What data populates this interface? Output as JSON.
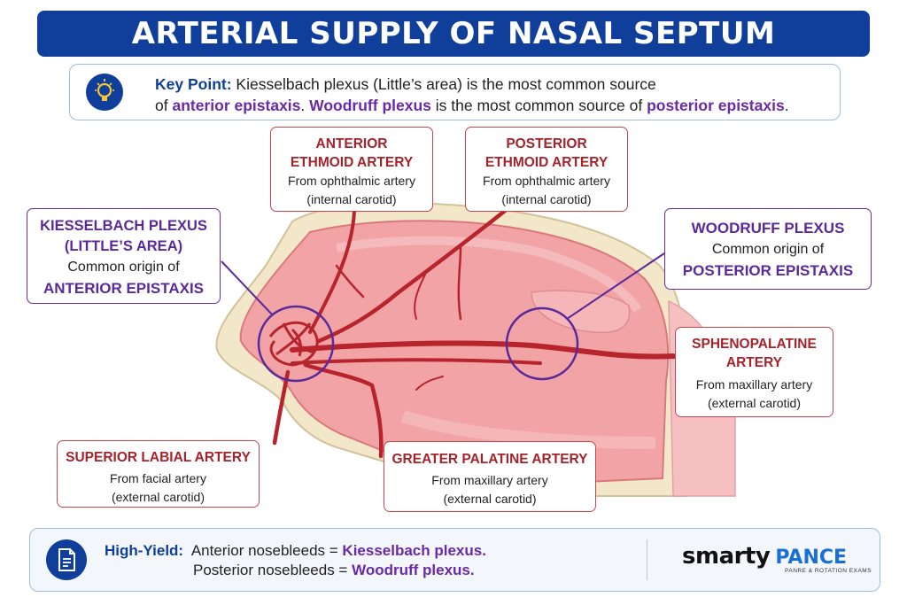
{
  "title": "ARTERIAL SUPPLY OF NASAL SEPTUM",
  "key_point": {
    "label": "Key Point:",
    "t1": "Kiesselbach plexus (Little’s area) is the most common source",
    "t2": "of",
    "t3": "anterior epistaxis",
    "t4": ".",
    "t5": "Woodruff plexus",
    "t6": "is the most common source of",
    "t7": "posterior epistaxis",
    "t8": ".",
    "icon": "lightbulb-icon"
  },
  "labels": {
    "anterior_ethmoid": {
      "h1": "ANTERIOR",
      "h2": "ETHMOID ARTERY",
      "s1": "From ophthalmic artery",
      "s2": "(internal carotid)"
    },
    "posterior_ethmoid": {
      "h1": "POSTERIOR",
      "h2": "ETHMOID ARTERY",
      "s1": "From ophthalmic artery",
      "s2": "(internal carotid)"
    },
    "kiesselbach": {
      "h1": "KIESSELBACH PLEXUS",
      "h2": "(LITTLE’S AREA)",
      "s1": "Common origin of",
      "s2": "ANTERIOR EPISTAXIS"
    },
    "woodruff": {
      "h1": "WOODRUFF PLEXUS",
      "s1": "Common origin of",
      "s2": "POSTERIOR EPISTAXIS"
    },
    "sphenopalatine": {
      "h1": "SPHENOPALATINE",
      "h2": "ARTERY",
      "s1": "From maxillary artery",
      "s2": "(external carotid)"
    },
    "superior_labial": {
      "h1": "SUPERIOR LABIAL ARTERY",
      "s1": "From facial artery",
      "s2": "(external carotid)"
    },
    "greater_palatine": {
      "h1": "GREATER PALATINE ARTERY",
      "s1": "From maxillary artery",
      "s2": "(external carotid)"
    }
  },
  "high_yield": {
    "label": "High-Yield:",
    "l1a": "Anterior nosebleeds =",
    "l1b": "Kiesselbach plexus.",
    "l2a": "Posterior nosebleeds =",
    "l2b": "Woodruff plexus.",
    "icon": "document-icon"
  },
  "brand": {
    "name1": "smarty",
    "name2": "PANCE",
    "tagline": "PANRE & ROTATION EXAMS"
  },
  "colors": {
    "navy": "#0f3f9b",
    "red": "#a5232b",
    "purple": "#6a2aa8",
    "tissue": "#f2a3a6",
    "artery": "#b8242c"
  }
}
